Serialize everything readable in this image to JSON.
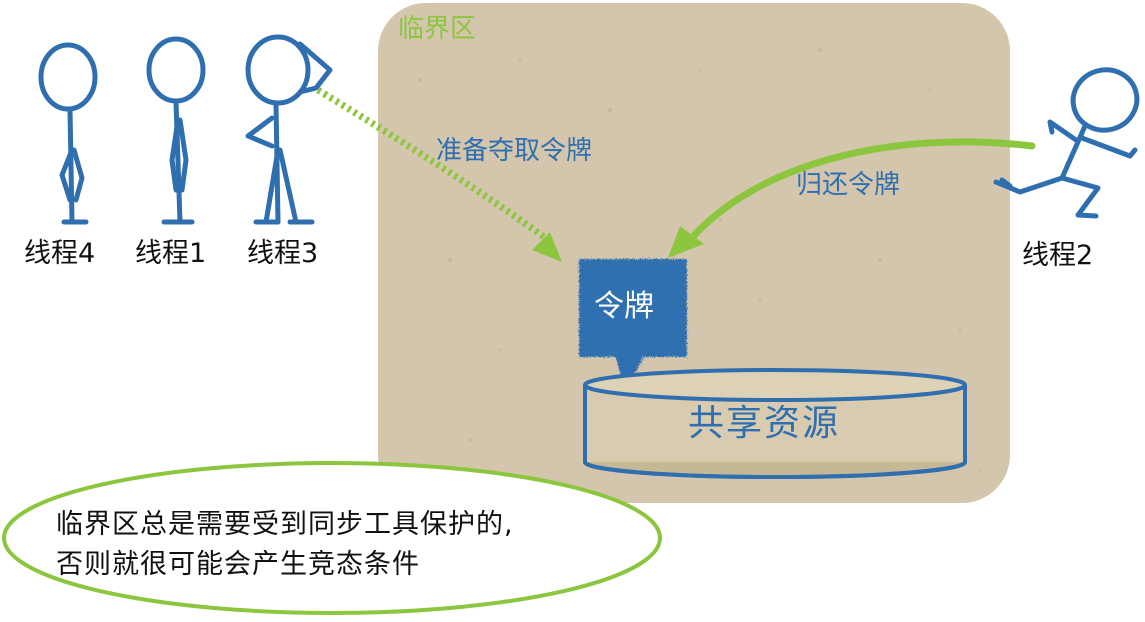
{
  "critical_section": {
    "label": "临界区"
  },
  "threads": {
    "t4": "线程4",
    "t1": "线程1",
    "t3": "线程3",
    "t2": "线程2"
  },
  "arrows": {
    "acquire": "准备夺取令牌",
    "release": "归还令牌"
  },
  "token": {
    "label": "令牌"
  },
  "resource": {
    "label": "共享资源"
  },
  "note": {
    "line1": "临界区总是需要受到同步工具保护的,",
    "line2": "否则就很可能会产生竞态条件"
  },
  "colors": {
    "zone": "#d4c6ac",
    "stick": "#2f6fb0",
    "accent_green": "#8cc63f",
    "token_bg": "#2f6fb0"
  }
}
